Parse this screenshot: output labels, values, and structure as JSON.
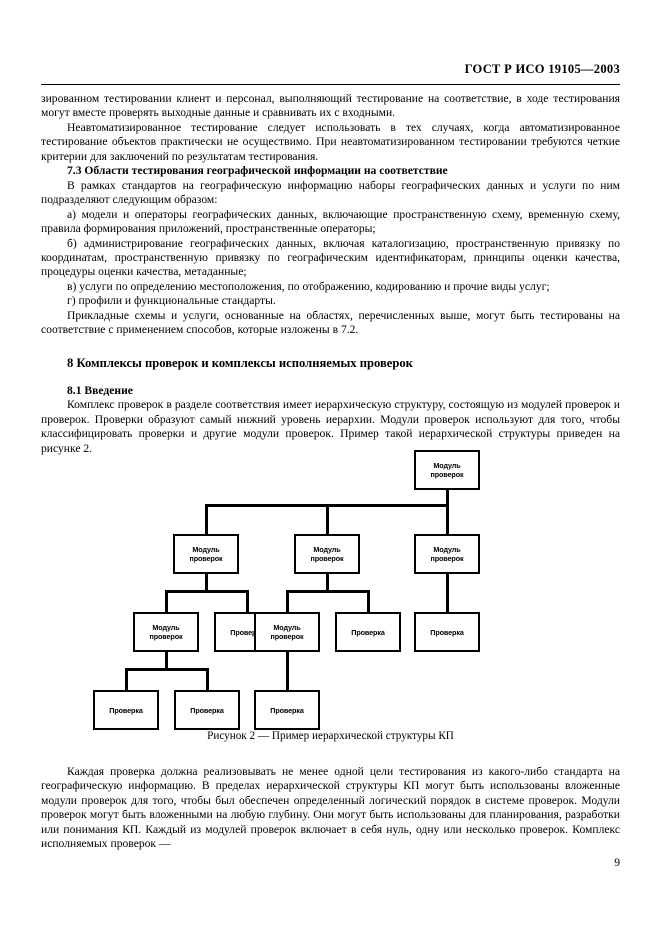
{
  "document": {
    "header_title": "ГОСТ Р ИСО 19105—2003",
    "page_number": "9"
  },
  "body": {
    "para_continued": "зированном тестировании клиент и персонал, выполняющий тестирование на соответствие, в ходе тестирования могут вместе проверять выходные данные и сравнивать их с входными.",
    "para_nonauto": "Неавтоматизированное тестирование следует использовать в тех случаях, когда автоматизированное тестирование объектов практически не осуществимо. При неавтоматизированном тестировании требуются четкие критерии для заключений по результатам тестирования.",
    "heading_7_3": "7.3  Области тестирования географической информации на соответствие",
    "para_7_3_intro": "В рамках стандартов на географическую информацию наборы географических данных и услуги по ним подразделяют следующим образом:",
    "item_a": "а)  модели и операторы географических данных, включающие пространственную схему, временную схему, правила формирования приложений, пространственные операторы;",
    "item_b": "б)  администрирование географических данных, включая каталогизацию, пространственную привязку по координатам, пространственную привязку по географическим идентификаторам, принципы оценки качества, процедуры оценки качества, метаданные;",
    "item_v": "в)  услуги по определению местоположения, по отображению, кодированию и прочие виды услуг;",
    "item_g": "г)  профили и функциональные стандарты.",
    "para_applied": "Прикладные схемы и услуги, основанные на областях, перечисленных выше, могут быть тестированы на соответствие с применением способов, которые изложены в 7.2.",
    "heading_8": "8  Комплексы проверок и комплексы исполняемых проверок",
    "heading_8_1": "8.1  Введение",
    "para_8_1": "Комплекс проверок в разделе соответствия имеет иерархическую структуру, состоящую из модулей проверок и проверок. Проверки образуют самый нижний уровень иерархии. Модули проверок используют для того, чтобы классифицировать проверки и другие модули проверок. Пример такой иерархической структуры приведен на рисунке 2.",
    "para_after_fig_1": "Каждая проверка должна реализовывать не менее одной цели тестирования из какого-либо стандарта на географическую информацию. В пределах иерархической структуры КП могут быть использованы вложенные модули проверок для того, чтобы был обеспечен определенный логический порядок в системе проверок. Модули проверок могут быть вложенными на любую глубину. Они могут быть использованы для планирования, разработки или понимания КП. Каждый из модулей проверок включает в себя нуль, одну или несколько проверок. Комплекс исполняемых проверок —"
  },
  "figure": {
    "caption": "Рисунок 2 — Пример иерархической структуры КП",
    "labels": {
      "module_line1": "Модуль",
      "module_line2": "проверок",
      "check": "Проверка"
    },
    "nodes": [
      {
        "id": "root",
        "type": "module",
        "row": 1
      },
      {
        "id": "m1",
        "type": "module",
        "row": 2
      },
      {
        "id": "m2",
        "type": "module",
        "row": 2
      },
      {
        "id": "m3",
        "type": "module",
        "row": 2
      },
      {
        "id": "m1a",
        "type": "module",
        "row": 3
      },
      {
        "id": "c1",
        "type": "check",
        "row": 3
      },
      {
        "id": "m2a",
        "type": "module",
        "row": 3
      },
      {
        "id": "c2",
        "type": "check",
        "row": 3
      },
      {
        "id": "c3",
        "type": "check",
        "row": 3
      },
      {
        "id": "c4",
        "type": "check",
        "row": 4
      },
      {
        "id": "c5",
        "type": "check",
        "row": 4
      },
      {
        "id": "c6",
        "type": "check",
        "row": 4
      }
    ]
  }
}
